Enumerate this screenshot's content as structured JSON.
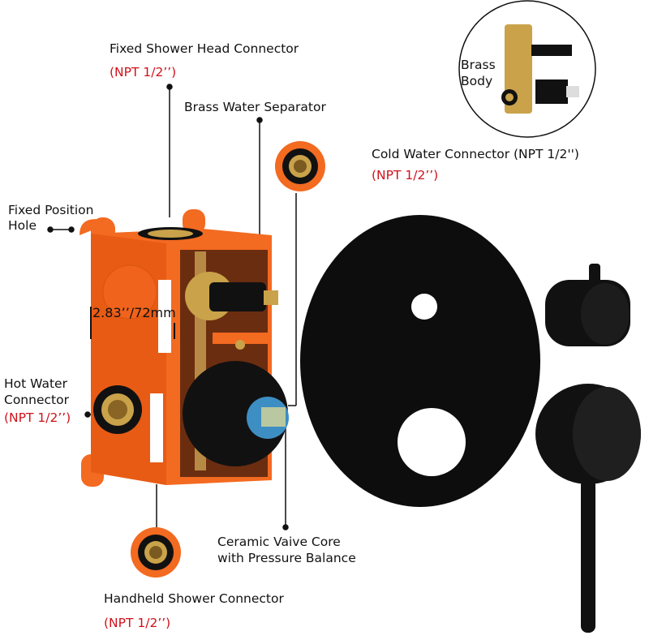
{
  "labels": {
    "fixed_shower_head": {
      "title": "Fixed Shower Head Connector",
      "spec": "(NPT 1/2’’)"
    },
    "brass_separator": {
      "title": "Brass Water Separator"
    },
    "brass_body": {
      "line1": "Brass",
      "line2": "Body"
    },
    "cold_water": {
      "title": "Cold Water Connector (NPT 1/2'')",
      "spec": "(NPT 1/2’’)"
    },
    "fixed_position_hole": {
      "line1": "Fixed Position",
      "line2": "Hole"
    },
    "dimension": "2.83’’/72mm",
    "hot_water": {
      "line1": "Hot Water",
      "line2": "Connector",
      "spec": "(NPT 1/2’’)"
    },
    "ceramic_core": {
      "line1": "Ceramic Vaive Core",
      "line2": "with Pressure Balance"
    },
    "handheld_shower": {
      "title": "Handheld Shower Connector",
      "spec": "(NPT 1/2’’)"
    }
  },
  "colors": {
    "box": "#f36a21",
    "brass": "#c9a24a",
    "black": "#0d0d0d",
    "red_text": "#d0121b"
  }
}
